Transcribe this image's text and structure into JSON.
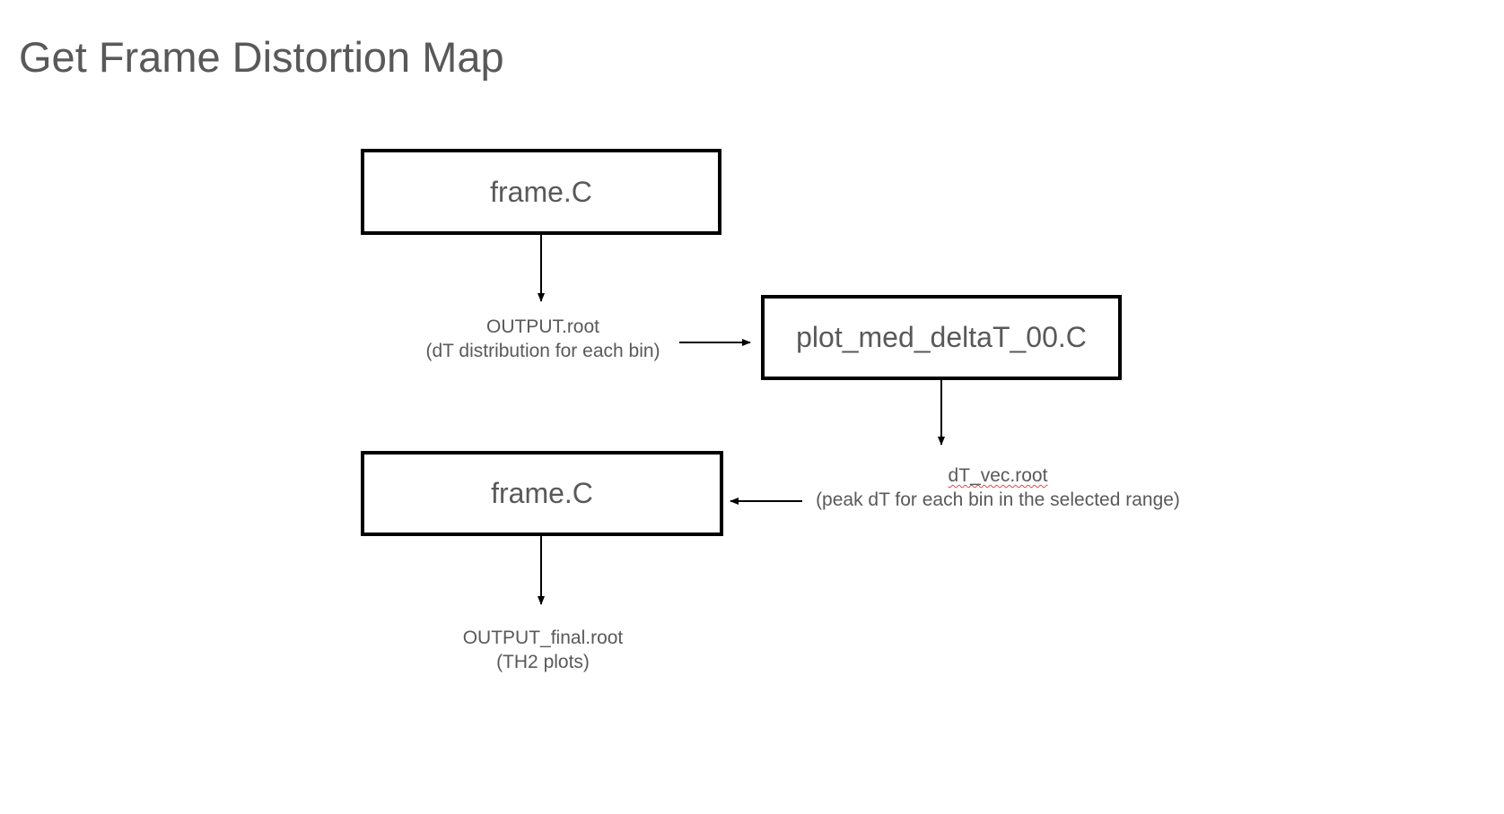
{
  "title": "Get Frame Distortion Map",
  "nodes": [
    {
      "id": "frame-1",
      "label": "frame.C"
    },
    {
      "id": "plot",
      "label": "plot_med_deltaT_00.C"
    },
    {
      "id": "frame-2",
      "label": "frame.C"
    }
  ],
  "outputs": {
    "output_root": {
      "name": "OUTPUT.root",
      "desc": "(dT distribution for each bin)"
    },
    "dt_vec": {
      "name": "dT_vec.root",
      "desc": "(peak dT for each bin in the selected range)"
    },
    "output_final": {
      "name": "OUTPUT_final.root",
      "desc": "(TH2 plots)"
    }
  },
  "edges": [
    {
      "from": "frame-1",
      "to": "output_root"
    },
    {
      "from": "output_root",
      "to": "plot"
    },
    {
      "from": "plot",
      "to": "dt_vec"
    },
    {
      "from": "dt_vec",
      "to": "frame-2"
    },
    {
      "from": "frame-2",
      "to": "output_final"
    }
  ],
  "colors": {
    "text": "#595959",
    "box_border": "#000000",
    "arrow": "#000000",
    "spellcheck_underline": "#e0484a"
  }
}
